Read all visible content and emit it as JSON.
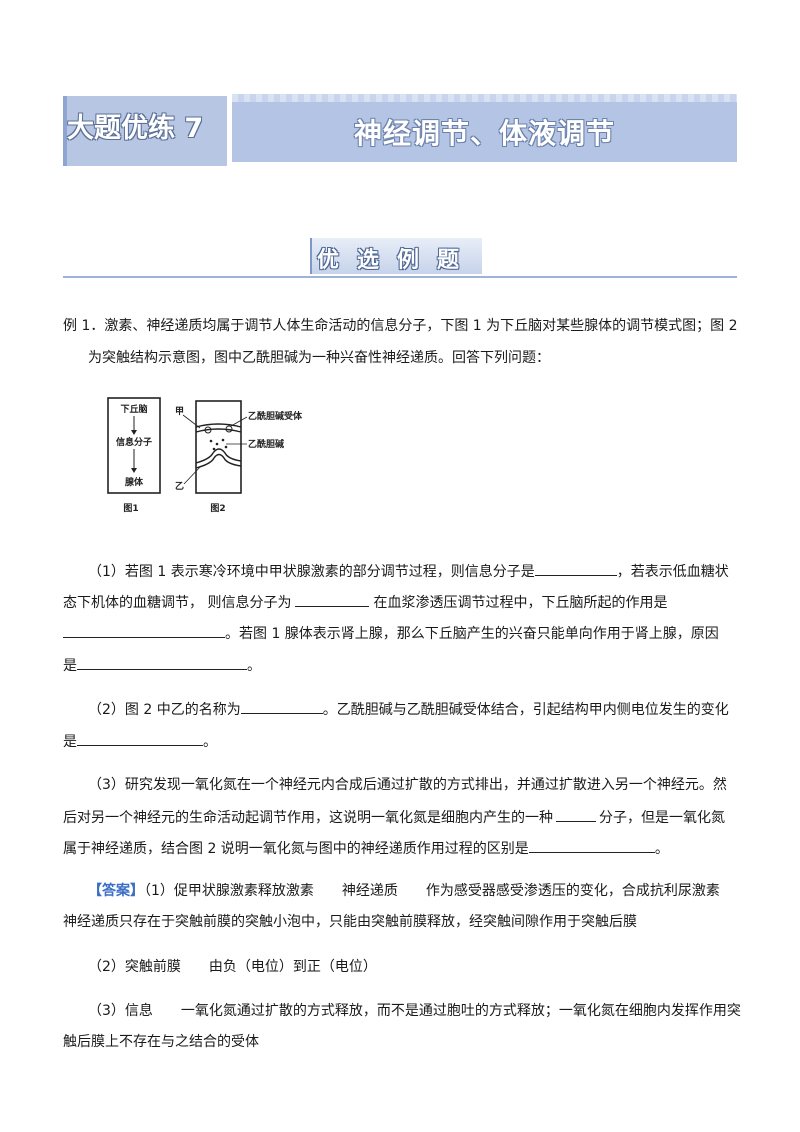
{
  "banner": {
    "left_title": "大题优练 7",
    "right_title": "神经调节、体液调节"
  },
  "section": {
    "title": "优选例题"
  },
  "question": {
    "line1": "例 1．激素、神经递质均属于调节人体生命活动的信息分子，下图 1 为下丘脑对某些腺体的调节模式图；图 2",
    "line2": "为突触结构示意图，图中乙酰胆碱为一种兴奋性神经递质。回答下列问题："
  },
  "figure": {
    "fig1": {
      "top": "下丘脑",
      "middle": "信息分子",
      "bottom": "腺体",
      "caption": "图1"
    },
    "fig2": {
      "label_jia": "甲",
      "label_yi": "乙",
      "receptor": "乙酰胆碱受体",
      "ach": "乙酰胆碱",
      "caption": "图2"
    }
  },
  "part1": {
    "l1a": "（1）若图 1 表示寒冷环境中甲状腺激素的部分调节过程，则信息分子是",
    "l1b": "，若表示低血糖状",
    "l2a": "态下机体的血糖调节， 则信息分子为",
    "l2b": "在血浆渗透压调节过程中，下丘脑所起的作用是",
    "l3": "。若图 1 腺体表示肾上腺，那么下丘脑产生的兴奋只能单向作用于肾上腺，原因",
    "l4a": "是",
    "l4b": "。"
  },
  "part2": {
    "l1a": "（2）图 2 中乙的名称为",
    "l1b": "。乙酰胆碱与乙酰胆碱受体结合，引起结构甲内侧电位发生的变化",
    "l2a": "是",
    "l2b": "。"
  },
  "part3": {
    "l1": "（3）研究发现一氧化氮在一个神经元内合成后通过扩散的方式排出，并通过扩散进入另一个神经元。然",
    "l2a": "后对另一个神经元的生命活动起调节作用，这说明一氧化氮是细胞内产生的一种",
    "l2b": "分子，但是一氧化氮",
    "l3a": "属于神经递质，结合图 2 说明一氧化氮与图中的神经递质作用过程的区别是",
    "l3b": "。"
  },
  "answer": {
    "label": "【答案】",
    "a1": "（1）促甲状腺激素释放激素　　神经递质　　作为感受器感受渗透压的变化，合成抗利尿激素",
    "a1b": "神经递质只存在于突触前膜的突触小泡中，只能由突触前膜释放，经突触间隙作用于突触后膜",
    "a2": "（2）突触前膜　　由负（电位）到正（电位）",
    "a3": "（3）信息　　一氧化氮通过扩散的方式释放，而不是通过胞吐的方式释放；一氧化氮在细胞内发挥作用突",
    "a3b": "触后膜上不存在与之结合的受体"
  }
}
